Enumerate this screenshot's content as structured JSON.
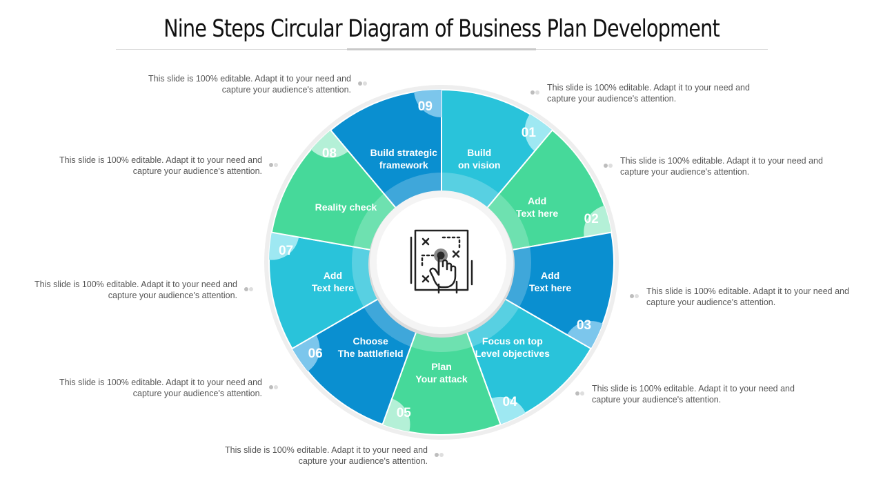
{
  "title": "Nine Steps Circular Diagram of Business Plan Development",
  "colors": {
    "cyan": "#29c3da",
    "green": "#46d99a",
    "blue": "#0a8fd0",
    "light_cyan": "#9ee8f2",
    "light_green": "#b4f0d7",
    "light_blue": "#7cc6ec",
    "outer_ring": "#eeeeee"
  },
  "center_icon": "strategy-plan-hand-pointer-icon",
  "steps": [
    {
      "number": "01",
      "label": "Build\non vision",
      "color": "cyan",
      "description": "This slide is 100% editable. Adapt it to your need and capture your audience's attention."
    },
    {
      "number": "02",
      "label": "Add\nText here",
      "color": "green",
      "description": "This slide is 100% editable. Adapt it to your need and capture your audience's attention."
    },
    {
      "number": "03",
      "label": "Add\nText here",
      "color": "blue",
      "description": "This slide is 100% editable. Adapt it to your need and capture your audience's attention."
    },
    {
      "number": "04",
      "label": "Focus on top\nLevel objectives",
      "color": "cyan",
      "description": "This slide is 100% editable. Adapt it to your need and capture your audience's attention."
    },
    {
      "number": "05",
      "label": "Plan\nYour attack",
      "color": "green",
      "description": "This slide is 100% editable. Adapt it to your need and capture your audience's attention."
    },
    {
      "number": "06",
      "label": "Choose\nThe battlefield",
      "color": "blue",
      "description": "This slide is 100% editable. Adapt it to your need and capture your audience's attention."
    },
    {
      "number": "07",
      "label": "Add\nText here",
      "color": "cyan",
      "description": "This slide is 100% editable. Adapt it to your need and capture your audience's attention."
    },
    {
      "number": "08",
      "label": "Reality check",
      "color": "green",
      "description": "This slide is 100% editable. Adapt it to your need and capture your audience's attention."
    },
    {
      "number": "09",
      "label": "Build strategic\nframework",
      "color": "blue",
      "description": "This slide is 100% editable. Adapt it to your need and capture your audience's attention."
    }
  ]
}
